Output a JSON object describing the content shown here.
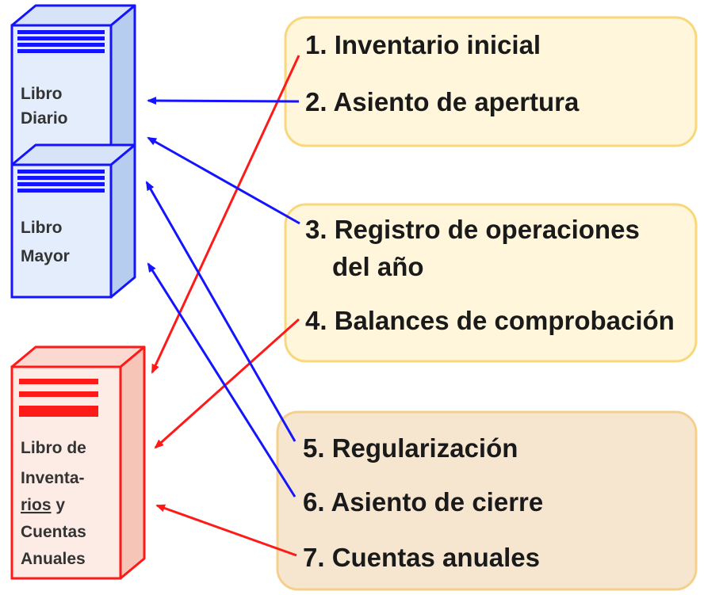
{
  "books": {
    "diario": {
      "line1": "Libro",
      "line2": "Diario"
    },
    "mayor": {
      "line1": "Libro",
      "line2": "Mayor"
    },
    "inventarios": {
      "line1": "Libro de",
      "line2": "Inventa-",
      "line3_word1": "rios",
      "line3_word2": " y",
      "line4": "Cuentas",
      "line5": "Anuales"
    }
  },
  "steps": [
    {
      "label": "1. Inventario inicial"
    },
    {
      "label": "2.  Asiento de apertura"
    },
    {
      "label": "3. Registro de operaciones"
    },
    {
      "label": "del año"
    },
    {
      "label": "4. Balances de comprobación"
    },
    {
      "label": "5. Regularización"
    },
    {
      "label": "6. Asiento de cierre"
    },
    {
      "label": "7. Cuentas anuales"
    }
  ],
  "colors": {
    "blue": "#1414ff",
    "red": "#ff1a1a",
    "box_yellow_fill": "#fff6dc",
    "box_yellow_stroke": "#f9d77a",
    "box_tan_fill": "#f6e6cf",
    "box_tan_stroke": "#f5cf8c",
    "book_blue_fill": "#e3edfb",
    "book_red_fill": "#fdece6"
  }
}
